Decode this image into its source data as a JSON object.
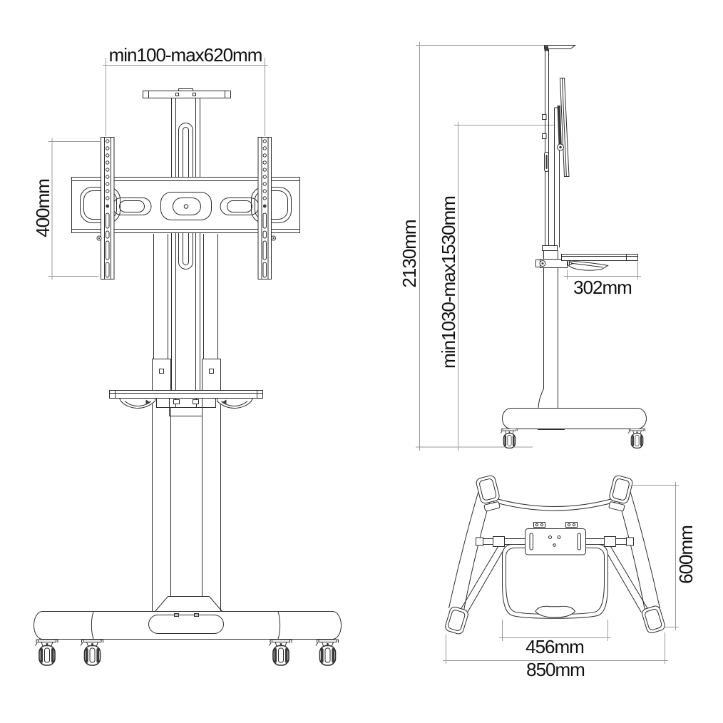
{
  "drawing": {
    "front_view": {
      "mount_width_range": "min100-max620mm",
      "vesa_height": "400mm"
    },
    "side_view": {
      "total_height": "2130mm",
      "screen_height_range": "min1030-max1530mm",
      "shelf_depth": "302mm"
    },
    "top_view": {
      "base_depth": "600mm",
      "shelf_width": "456mm",
      "base_width": "850mm"
    },
    "colors": {
      "line": "#2d2d2d",
      "dimension_line": "#999999",
      "label_text": "#111111",
      "background": "#ffffff"
    }
  }
}
